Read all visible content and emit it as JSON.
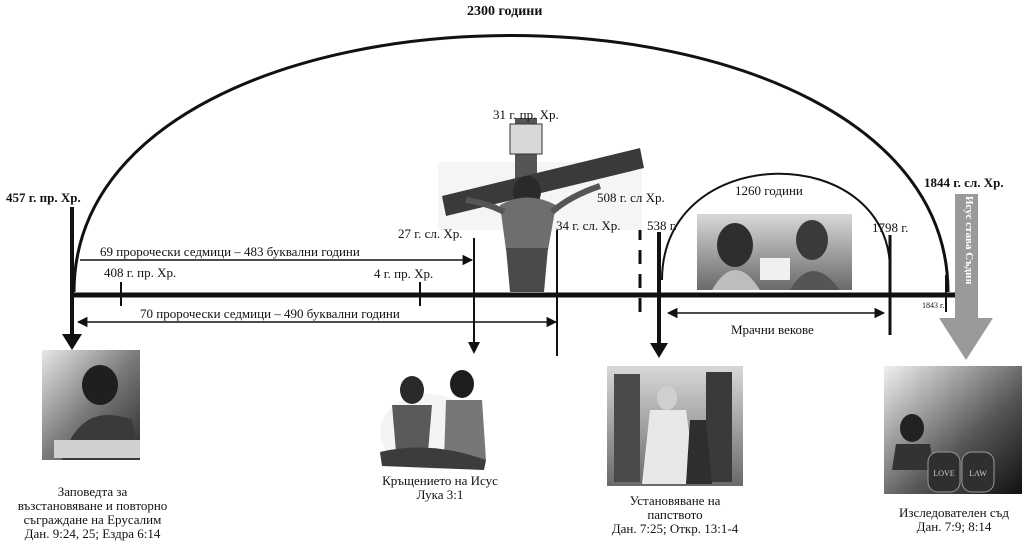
{
  "total_period": "2300 години",
  "dates": {
    "d457": "457 г. пр. Хр.",
    "d408": "408 г. пр. Хр.",
    "d4": "4 г. пр. Хр.",
    "d27": "27 г. сл. Хр.",
    "d31": "31 г. пр. Хр.",
    "d34": "34 г. сл. Хр.",
    "d508": "508 г. сл Хр.",
    "d538": "538 г.",
    "d1798": "1798 г.",
    "d1843": "1843 г.",
    "d1844": "1844 г. сл. Хр."
  },
  "periods": {
    "weeks69": "69 пророчески седмици – 483 буквални години",
    "weeks70": "70 пророчески седмици – 490 буквални години",
    "years1260": "1260 години",
    "dark_ages": "Мрачни векове"
  },
  "judge_label": "Исус става Съдия",
  "events": {
    "decree": {
      "line1": "Заповедта за",
      "line2": "възстановяване и повторно",
      "line3": "съграждане на Ерусалим",
      "ref": "Дан. 9:24, 25; Ездра 6:14"
    },
    "baptism": {
      "line1": "Кръщението на Исус",
      "ref": "Лука 3:1"
    },
    "papacy": {
      "line1": "Установяване на",
      "line2": "папството",
      "ref": "Дан. 7:25; Откр. 13:1-4"
    },
    "judgment": {
      "line1": "Изследователен съд",
      "ref": "Дан. 7:9; 8:14"
    }
  },
  "panel_text": {
    "tablet_left": "LOVE",
    "tablet_right": "LAW"
  }
}
